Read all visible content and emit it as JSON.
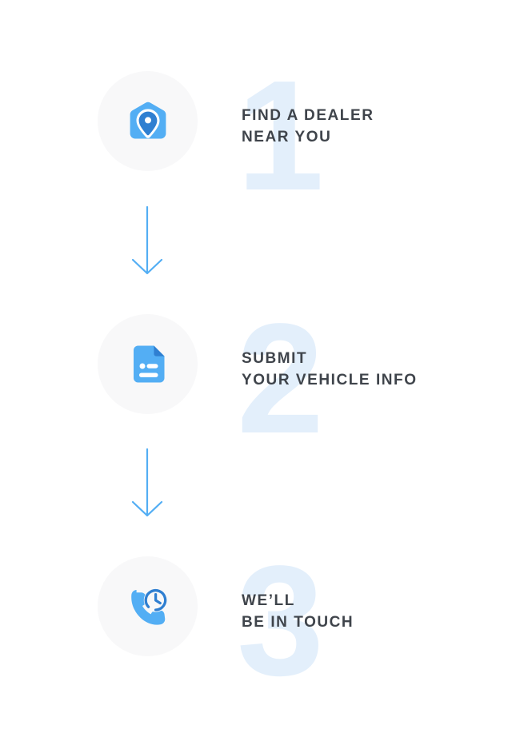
{
  "page": {
    "background_color": "#ffffff",
    "accent_blue": "#53aef4",
    "accent_blue_dark": "#2b7dd0",
    "ghost_number_color": "#e3effb",
    "text_color": "#3f444b",
    "circle_color": "#f8f8f9"
  },
  "steps": [
    {
      "number": "1",
      "icon_name": "home-location-pin-icon",
      "label_line_1": "FIND A DEALER",
      "label_line_2": "NEAR YOU",
      "label": "FIND A DEALER\nNEAR YOU"
    },
    {
      "number": "2",
      "icon_name": "document-vehicle-info-icon",
      "label_line_1": "SUBMIT",
      "label_line_2": "YOUR VEHICLE INFO",
      "label": "SUBMIT\nYOUR VEHICLE INFO"
    },
    {
      "number": "3",
      "icon_name": "phone-clock-callback-icon",
      "label_line_1": "WE’LL",
      "label_line_2": "BE IN TOUCH",
      "label": "WE’LL\nBE IN TOUCH"
    }
  ],
  "connectors": [
    {
      "name": "arrow-down-1",
      "direction": "down"
    },
    {
      "name": "arrow-down-2",
      "direction": "down"
    }
  ]
}
